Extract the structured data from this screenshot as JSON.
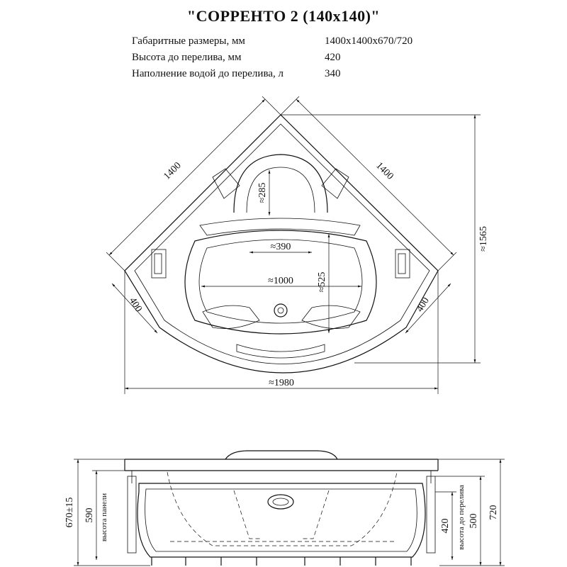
{
  "title": "\"СОРРЕНТО 2 (140х140)\"",
  "specs": [
    {
      "label": "Габаритные размеры, мм",
      "value": "1400х1400х670/720"
    },
    {
      "label": "Высота до перелива, мм",
      "value": "420"
    },
    {
      "label": "Наполнение водой до перелива, л",
      "value": "340"
    }
  ],
  "top_view": {
    "dims": {
      "side_left": "1400",
      "side_right": "1400",
      "height": "≈1565",
      "width": "≈1980",
      "flat_left": "400",
      "flat_right": "400",
      "headrest": "≈285",
      "inner_width": "≈390",
      "basin_width": "≈1000",
      "basin_depth": "≈525"
    }
  },
  "side_view": {
    "dims": {
      "total_left": "670±15",
      "panel_height": "590",
      "panel_label": "высота панели",
      "overflow_height": "420",
      "overflow_label": "высота до перелива",
      "mid_height": "500",
      "total_right": "720"
    }
  }
}
